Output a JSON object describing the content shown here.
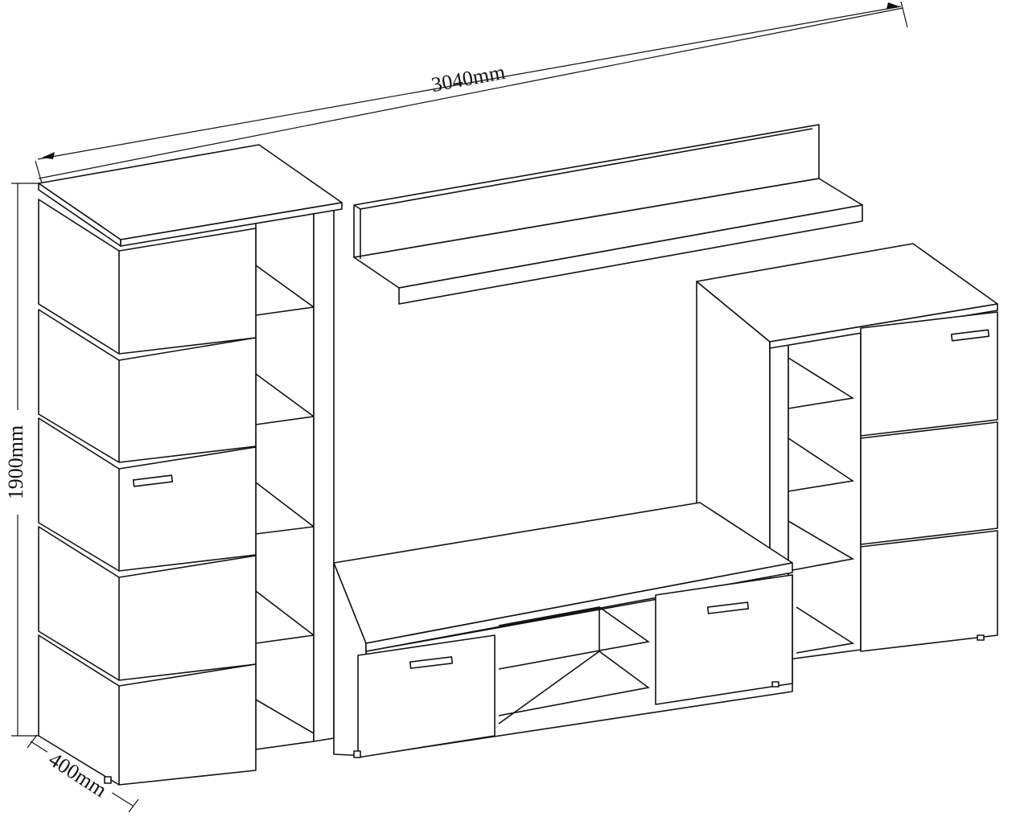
{
  "dimensions": {
    "width": "3040mm",
    "height": "1900mm",
    "depth": "400mm"
  },
  "colors": {
    "line": "#111111",
    "background": "#ffffff"
  }
}
